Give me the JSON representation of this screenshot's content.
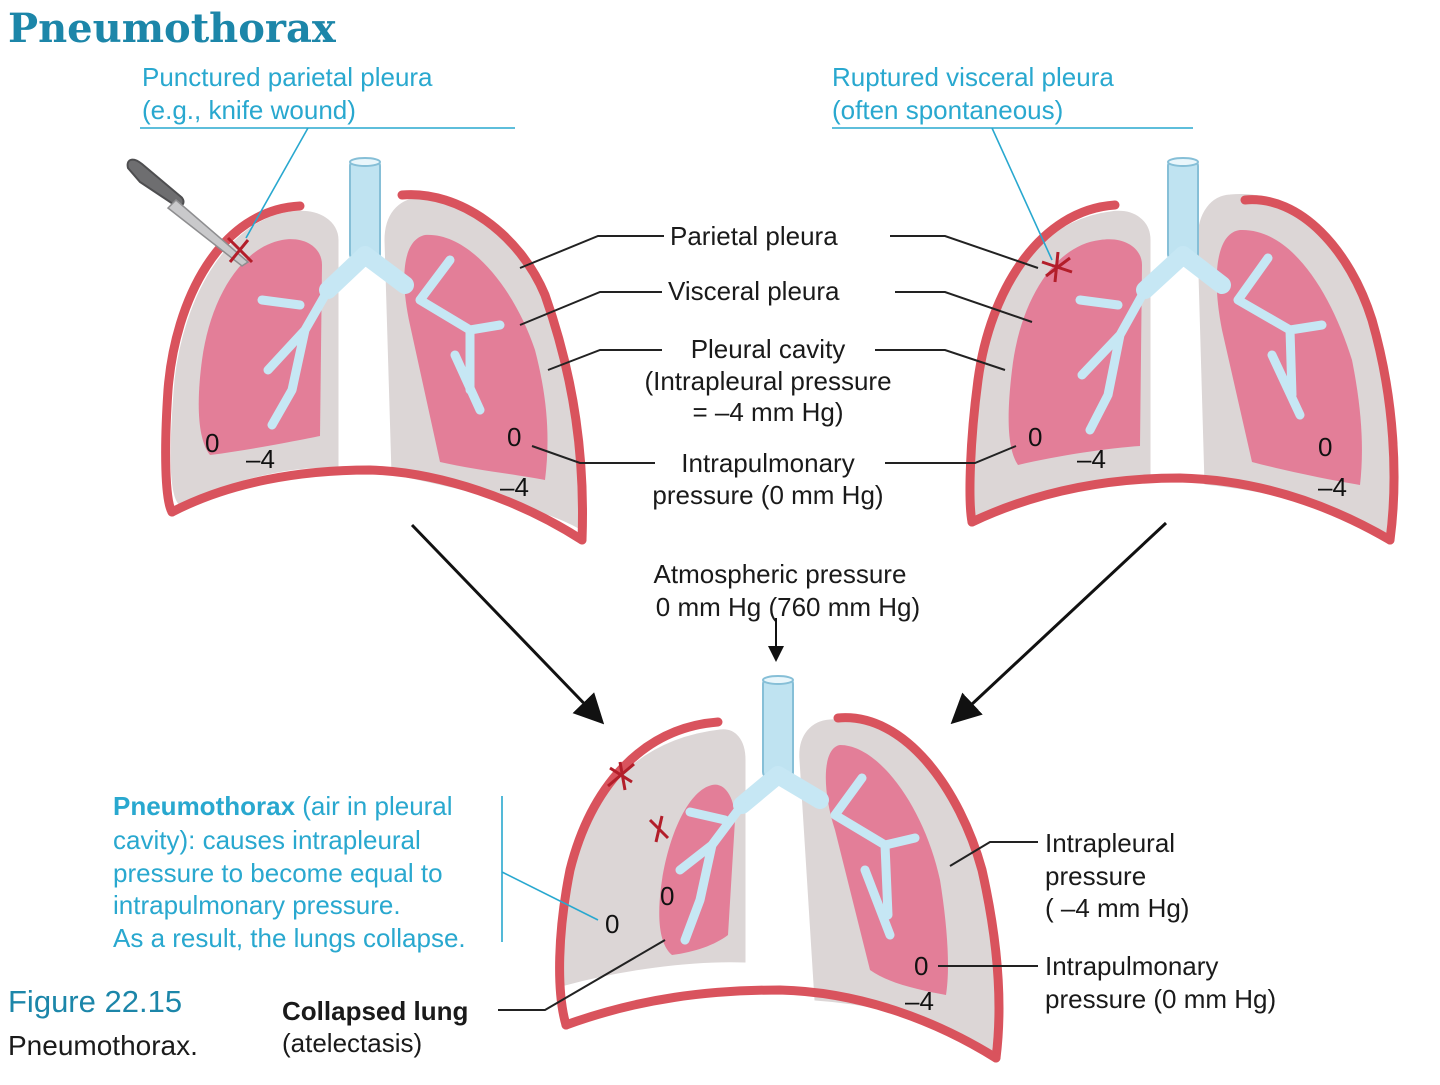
{
  "title": "Pneumothorax",
  "caption": {
    "figure": "Figure 22.15",
    "text": "Pneumothorax."
  },
  "top_left": {
    "label_line1": "Punctured parietal pleura",
    "label_line2": "(e.g., knife wound)",
    "pressure_lung_left": "0",
    "pressure_cavity_left": "–4",
    "pressure_lung_right": "0",
    "pressure_cavity_right": "–4"
  },
  "top_right": {
    "label_line1": "Ruptured visceral pleura",
    "label_line2": "(often spontaneous)",
    "pressure_lung_left": "0",
    "pressure_cavity_left": "–4",
    "pressure_lung_right": "0",
    "pressure_cavity_right": "–4"
  },
  "center_labels": {
    "parietal": "Parietal pleura",
    "visceral": "Visceral pleura",
    "cavity_line1": "Pleural cavity",
    "cavity_line2": "(Intrapleural pressure",
    "cavity_line3": "= –4 mm Hg)",
    "intrapulmonary_line1": "Intrapulmonary",
    "intrapulmonary_line2": "pressure (0 mm Hg)",
    "atmospheric_line1": "Atmospheric pressure",
    "atmospheric_line2": "0 mm Hg (760 mm Hg)"
  },
  "bottom": {
    "pneumo_bold": "Pneumothorax",
    "pneumo_line1_rest": " (air in pleural",
    "pneumo_line2": "cavity): causes intrapleural",
    "pneumo_line3": "pressure to become equal to",
    "pneumo_line4": "intrapulmonary pressure.",
    "pneumo_line5": "As a result, the lungs collapse.",
    "collapsed_line1": "Collapsed lung",
    "collapsed_line2": "(atelectasis)",
    "intrapleural_line1": "Intrapleural",
    "intrapleural_line2": "pressure",
    "intrapleural_line3": "( –4 mm Hg)",
    "intrapulmonary_line1": "Intrapulmonary",
    "intrapulmonary_line2": "pressure (0 mm Hg)",
    "pressure_cavity_left": "0",
    "pressure_lung_left": "0",
    "pressure_lung_right": "0",
    "pressure_cavity_right": "–4"
  },
  "colors": {
    "title_blue": "#1c86a9",
    "annotation_blue": "#29a8cf",
    "pleura_red": "#d9535d",
    "lung_pink": "#e37e98",
    "cavity_gray": "#dcd6d6",
    "airway_blue": "#bfe3f1"
  }
}
